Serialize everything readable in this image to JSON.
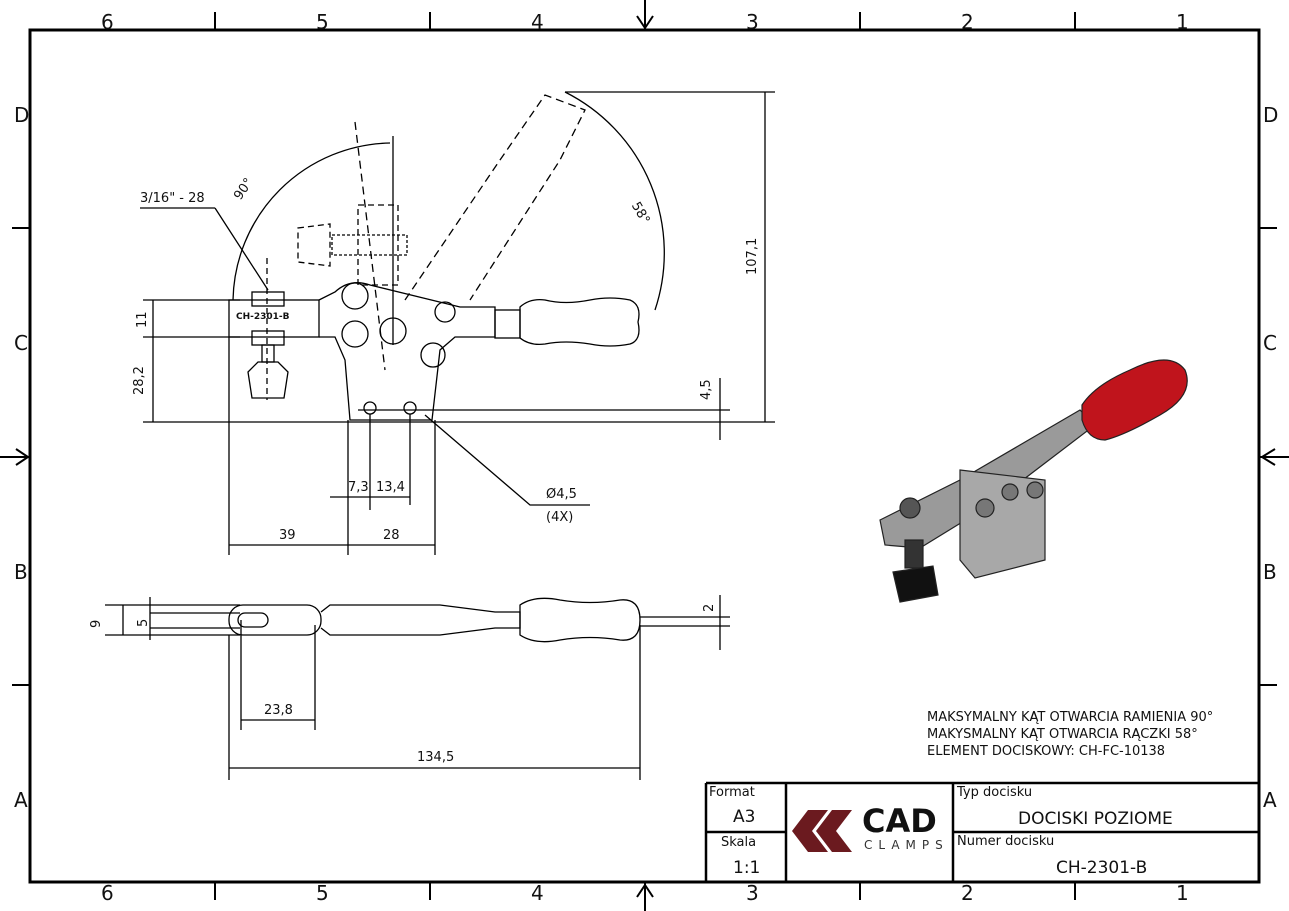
{
  "zones": {
    "columns": [
      "6",
      "5",
      "4",
      "3",
      "2",
      "1"
    ],
    "rows": [
      "D",
      "C",
      "B",
      "A"
    ]
  },
  "dimensions": {
    "thread": "3/16\" - 28",
    "arm_angle": "90°",
    "handle_angle": "58°",
    "total_height": "107,1",
    "arm_height": "11",
    "base_to_arm": "28,2",
    "hole_offset": "4,5",
    "hole_x1": "7,3",
    "hole_x2": "13,4",
    "hole_dia": "Ø4,5",
    "hole_count": "(4X)",
    "arm_length": "39",
    "base_width": "28",
    "side_total": "9",
    "side_arm": "5",
    "side_handle": "2",
    "side_slot": "23,8",
    "overall_length": "134,5",
    "part_marking": "CH-2301-B"
  },
  "notes": [
    "MAKSYMALNY KĄT OTWARCIA RAMIENIA 90°",
    "MAKYSMALNY KĄT OTWARCIA RĄCZKI 58°",
    "ELEMENT DOCISKOWY: CH-FC-10138"
  ],
  "title_block": {
    "format_label": "Format",
    "format_value": "A3",
    "scale_label": "Skala",
    "scale_value": "1:1",
    "logo_main": "CAD",
    "logo_sub": "CLAMPS",
    "type_label": "Typ docisku",
    "type_value": "DOCISKI POZIOME",
    "number_label": "Numer docisku",
    "number_value": "CH-2301-B"
  },
  "colors": {
    "logo": "#6b1a1f",
    "handle": "#c0141c",
    "body": "#8a8a8a"
  }
}
